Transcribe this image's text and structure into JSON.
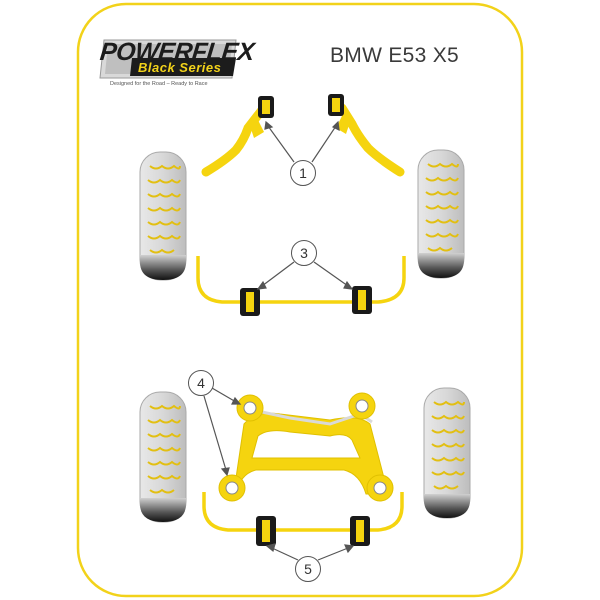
{
  "header": {
    "title": "BMW E53 X5"
  },
  "logo": {
    "brand": "POWERFLEX",
    "series": "Black Series",
    "tagline": "Designed for the Road – Ready to Race"
  },
  "callouts": [
    {
      "label": "1"
    },
    {
      "label": "3"
    },
    {
      "label": "4"
    },
    {
      "label": "5"
    }
  ],
  "colors": {
    "frame": "#f2d21a",
    "part_yellow": "#f5d40f",
    "bush_black": "#1a1a1a",
    "tyre_grey": "#c8c8c8"
  }
}
